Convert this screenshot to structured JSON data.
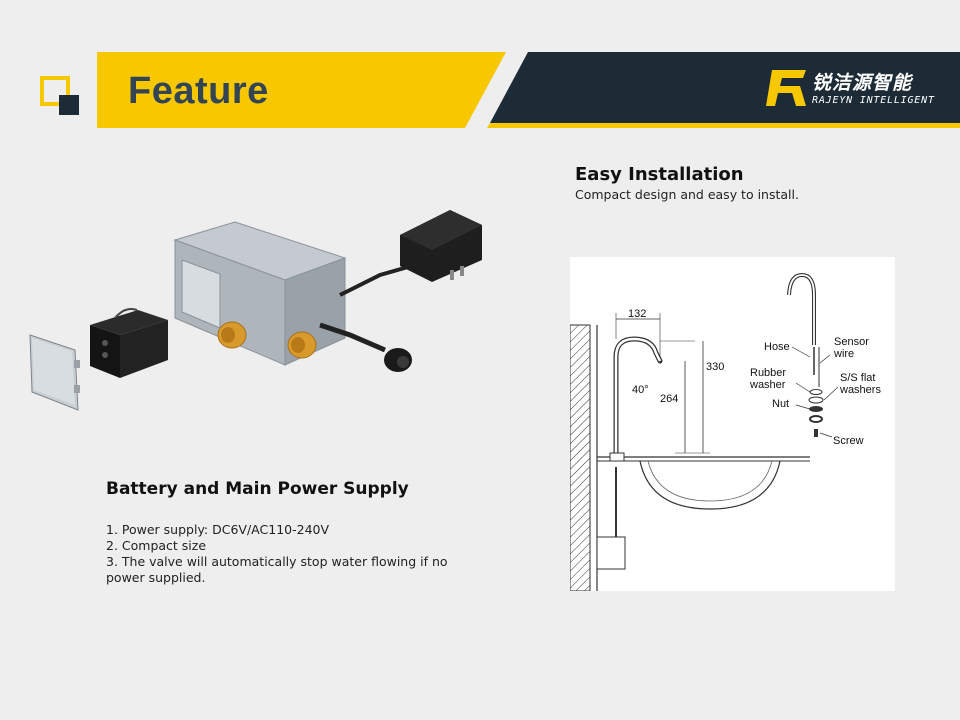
{
  "header": {
    "title": "Feature",
    "brand_cn": "锐洁源智能",
    "brand_en": "RAJEYN INTELLIGENT",
    "colors": {
      "accent_yellow": "#f7c800",
      "dark_navy": "#1c2b36",
      "title_text": "#334455"
    }
  },
  "easy_installation": {
    "heading": "Easy Installation",
    "description": "Compact design and easy to install."
  },
  "battery_section": {
    "heading": "Battery and Main Power Supply",
    "items": [
      "1. Power supply: DC6V/AC110-240V",
      "2. Compact size",
      "3. The valve will automatically stop water flowing if no power supplied."
    ]
  },
  "diagram": {
    "dimensions": {
      "width": "132",
      "height_total": "330",
      "height_spout": "264",
      "angle": "40°"
    },
    "labels": {
      "hose": "Hose",
      "sensor_wire": "Sensor wire",
      "rubber_washer": "Rubber washer",
      "flat_washers": "S/S flat washers",
      "nut": "Nut",
      "screw": "Screw"
    }
  },
  "product_image": {
    "icon": "control-box-illustration"
  }
}
